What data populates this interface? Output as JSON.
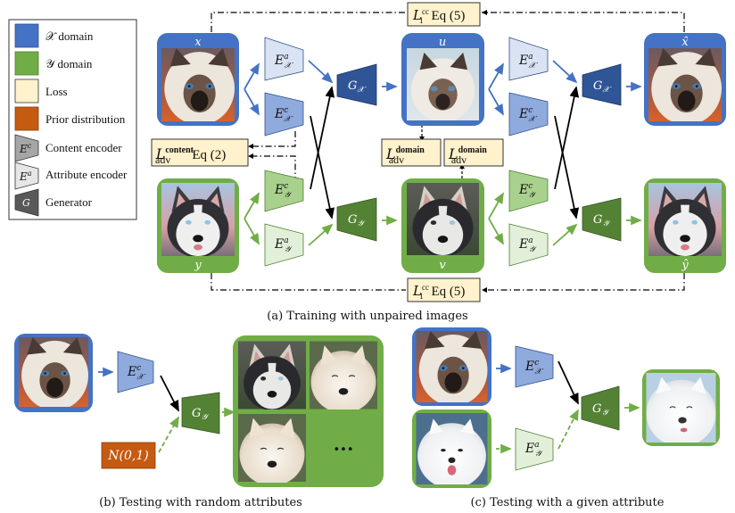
{
  "legend": {
    "items": [
      {
        "swatch": "x-domain",
        "label": "𝒳 domain",
        "color": "#4472C4"
      },
      {
        "swatch": "y-domain",
        "label": "𝒴 domain",
        "color": "#70AD47"
      },
      {
        "swatch": "loss",
        "label": "Loss",
        "color": "#FFF2CC"
      },
      {
        "swatch": "prior",
        "label": "Prior distribution",
        "color": "#C55A11"
      },
      {
        "swatch": "content-encoder",
        "label": "Content encoder",
        "glyph": "E",
        "sup": "c",
        "color": "#A6A6A6"
      },
      {
        "swatch": "attribute-encoder",
        "label": "Attribute encoder",
        "glyph": "E",
        "sup": "a",
        "color": "#E7E6E6"
      },
      {
        "swatch": "generator",
        "label": "Generator",
        "glyph": "G",
        "color": "#595959"
      }
    ]
  },
  "colors": {
    "x_domain": "#4472C4",
    "y_domain": "#70AD47",
    "x_enc_attr": "#DAE3F3",
    "x_enc_content": "#8FAADC",
    "x_gen": "#2F5597",
    "y_enc_attr": "#E2F0D9",
    "y_enc_content": "#A9D18E",
    "y_gen": "#548235",
    "loss_fill": "#FFF2CC",
    "prior_fill": "#C55A11"
  },
  "training": {
    "images": {
      "x": "x",
      "u": "u",
      "x_hat": "x̂",
      "y": "y",
      "v": "v",
      "y_hat": "ŷ"
    },
    "encoders": {
      "E": "E",
      "x_domain_sub": "𝒳",
      "y_domain_sub": "𝒴",
      "attr_sup": "a",
      "content_sup": "c"
    },
    "generators": {
      "G": "G",
      "x_sub": "𝒳",
      "y_sub": "𝒴"
    },
    "losses": {
      "cc_top": {
        "L": "L",
        "sup": "cc",
        "sub": "1",
        "eq": "Eq (5)"
      },
      "cc_bottom": {
        "L": "L",
        "sup": "cc",
        "sub": "1",
        "eq": "Eq (5)"
      },
      "content_adv": {
        "L": "L",
        "sup": "content",
        "sub": "adv",
        "eq": "Eq (2)"
      },
      "domain_adv_1": {
        "L": "L",
        "sup": "domain",
        "sub": "adv"
      },
      "domain_adv_2": {
        "L": "L",
        "sup": "domain",
        "sub": "adv"
      }
    },
    "caption": "(a) Training with unpaired images"
  },
  "testing_random": {
    "prior_label": "N(0,1)",
    "ellipsis": "•••",
    "caption": "(b) Testing with random attributes"
  },
  "testing_given": {
    "caption": "(c) Testing with a given attribute"
  }
}
